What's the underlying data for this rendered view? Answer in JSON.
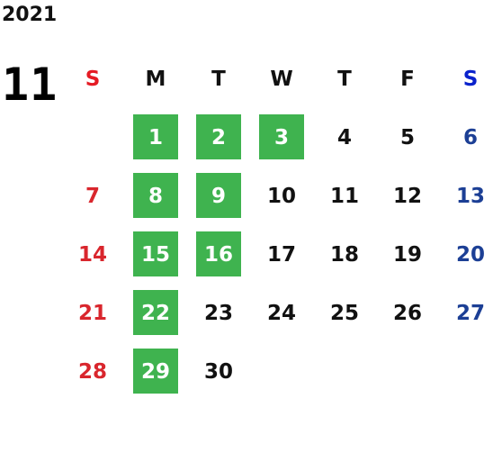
{
  "year": "2021",
  "month": "11",
  "colors": {
    "highlight": "#3fb34f",
    "sunday": "#d9262d",
    "saturday": "#1c3f95"
  },
  "weekdays": [
    "S",
    "M",
    "T",
    "W",
    "T",
    "F",
    "S"
  ],
  "days": [
    "",
    "1",
    "2",
    "3",
    "4",
    "5",
    "6",
    "7",
    "8",
    "9",
    "10",
    "11",
    "12",
    "13",
    "14",
    "15",
    "16",
    "17",
    "18",
    "19",
    "20",
    "21",
    "22",
    "23",
    "24",
    "25",
    "26",
    "27",
    "28",
    "29",
    "30",
    "",
    "",
    "",
    ""
  ],
  "highlighted_days": [
    "1",
    "2",
    "3",
    "8",
    "9",
    "15",
    "16",
    "22",
    "29"
  ]
}
